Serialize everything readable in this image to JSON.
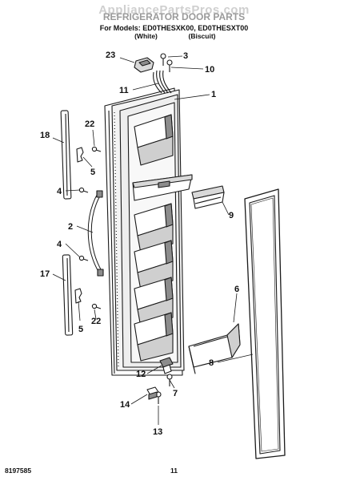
{
  "watermark": "AppliancePartsPros.com",
  "header": {
    "title": "REFRIGERATOR DOOR PARTS",
    "models_line": "For Models: ED0THESXK00, ED0THESXT00",
    "variant_left": "(White)",
    "variant_right": "(Biscuit)"
  },
  "footer": {
    "code": "8197585",
    "page": "11"
  },
  "callouts": {
    "c1": "1",
    "c2": "2",
    "c3": "3",
    "c4a": "4",
    "c4b": "4",
    "c5a": "5",
    "c5b": "5",
    "c6": "6",
    "c7": "7",
    "c8": "8",
    "c9": "9",
    "c10": "10",
    "c11": "11",
    "c12": "12",
    "c13": "13",
    "c14": "14",
    "c17": "17",
    "c18": "18",
    "c22a": "22",
    "c22b": "22",
    "c23": "23"
  },
  "colors": {
    "line": "#1a1a1a",
    "shade": "#8c8c8c",
    "light": "#d9d9d9"
  }
}
